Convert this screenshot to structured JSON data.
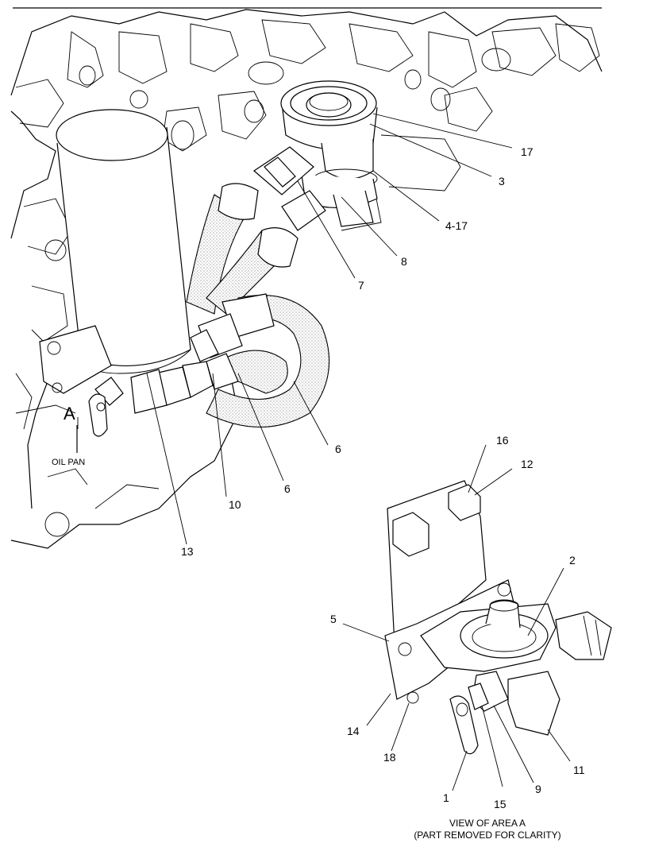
{
  "diagram": {
    "callouts": [
      "17",
      "3",
      "4-17",
      "8",
      "7",
      "6",
      "6",
      "10",
      "13",
      "16",
      "12",
      "2",
      "5",
      "14",
      "18",
      "1",
      "15",
      "9",
      "11"
    ],
    "view_marker": "A",
    "oil_pan_label": "OIL PAN",
    "caption_line1": "VIEW OF AREA  A",
    "caption_line2": "(PART REMOVED FOR CLARITY)"
  }
}
